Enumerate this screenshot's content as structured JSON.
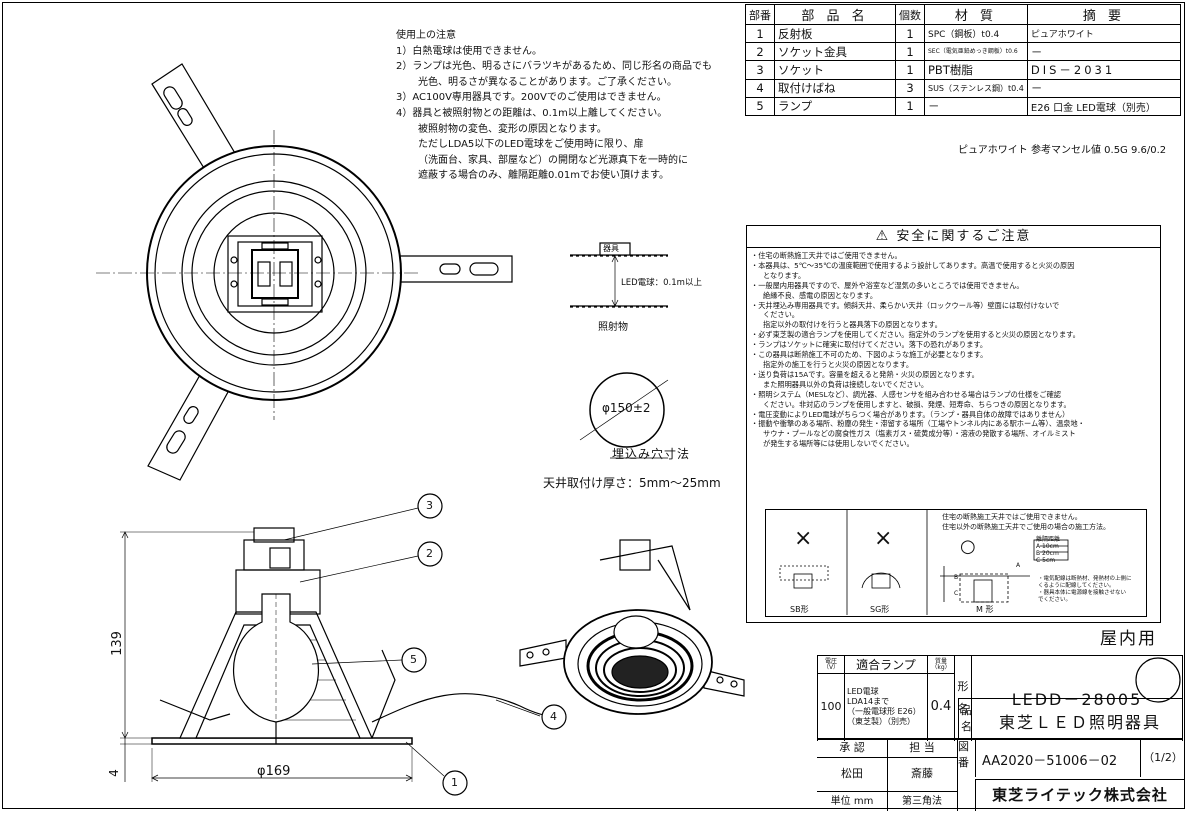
{
  "notes": {
    "title": "使用上の注意",
    "items": [
      "1）白熱電球は使用できません。",
      "2）ランプは光色、明るさにバラツキがあるため、同じ形名の商品でも",
      "光色、明るさが異なることがあります。ご了承ください。",
      "3）AC100V専用器具です。200Vでのご使用はできません。",
      "4）器具と被照射物との距離は、0.1m以上離してください。",
      "被照射物の変色、変形の原因となります。",
      "ただしLDA5以下のLED電球をご使用時に限り、扉",
      "（洗面台、家具、部屋など）の開閉など光源真下を一時的に",
      "遮蔽する場合のみ、離隔距離0.01mでお使い頂けます。"
    ]
  },
  "parts_table": {
    "headers": [
      "部番",
      "部 品 名",
      "個数",
      "材 質",
      "摘 要"
    ],
    "rows": [
      [
        "1",
        "反射板",
        "1",
        "SPC（鋼板）t0.4",
        "ピュアホワイト"
      ],
      [
        "2",
        "ソケット金具",
        "1",
        "SEC（電気亜鉛めっき鋼板）t0.6",
        "－"
      ],
      [
        "3",
        "ソケット",
        "1",
        "PBT樹脂",
        "DIS－2031"
      ],
      [
        "4",
        "取付けばね",
        "3",
        "SUS（ステンレス鋼）t0.4",
        "－"
      ],
      [
        "5",
        "ランプ",
        "1",
        "－",
        "E26 口金 LED電球（別売）"
      ]
    ],
    "munsell_note": "ピュアホワイト 参考マンセル値 0.5G 9.6/0.2"
  },
  "clearance": {
    "fixture_label": "器具",
    "distance_label": "LED電球：0.1m以上",
    "object_label": "照射物"
  },
  "cutout": {
    "diameter_label": "φ150±2",
    "title": "埋込み穴寸法",
    "ceiling_thickness": "天井取付け厚さ：5mm～25mm"
  },
  "side_view": {
    "height_dim": "139",
    "base_dim": "4",
    "diameter_dim": "φ169",
    "callouts": [
      "1",
      "2",
      "3",
      "4",
      "5"
    ]
  },
  "safety": {
    "title": "安全に関するご注意",
    "lines": [
      "・住宅の断熱施工天井ではご使用できません。",
      "・本器具は、5℃～35℃の温度範囲で使用するよう設計してあります。高温で使用すると火災の原因",
      "となります。",
      "・一般屋内用器具ですので、屋外や浴室など湿気の多いところでは使用できません。",
      "絶縁不良、感電の原因となります。",
      "・天井埋込み専用器具です。傾斜天井、柔らかい天井（ロックウール等）壁面には取付けないで",
      "ください。",
      "指定以外の取付けを行うと器具落下の原因となります。",
      "・必ず東芝製の適合ランプを使用してください。指定外のランプを使用すると火災の原因となります。",
      "・ランプはソケットに確実に取付けてください。落下の恐れがあります。",
      "・この器具は断熱施工不可のため、下図のような施工が必要となります。",
      "指定外の施工を行うと火災の原因となります。",
      "・送り負荷は15Aです。容量を超えると発熱・火災の原因となります。",
      "また照明器具以外の負荷は接続しないでください。",
      "・照明システム（MESLなど）、調光器、人感センサを組み合わせる場合はランプの仕様をご確認",
      "ください。非対応のランプを使用しますと、破損、発煙、短寿命、ちらつきの原因となります。",
      "・電圧変動によりLED電球がちらつく場合があります。（ランプ・器具自体の故障ではありません）",
      "・振動や衝撃のある場所、粉塵の発生・滞留する場所（工場やトンネル内にある駅ホーム等）、温泉地・",
      "サウナ・プールなどの腐食性ガス（塩素ガス・硫黄成分等）・溶液の発散する場所、オイルミスト",
      "が発生する場所等には使用しないでください。"
    ],
    "indented": [
      2,
      4,
      6,
      7,
      11,
      13,
      15,
      18,
      19
    ],
    "illus": {
      "note1": "住宅の断熱施工天井ではご使用できません。",
      "note2": "住宅以外の断熱施工天井でご使用の場合の施工方法。",
      "sb_mark": "×",
      "sg_mark": "×",
      "m_mark": "○",
      "sb_label": "SB形",
      "sg_label": "SG形",
      "m_label": "M 形",
      "clear_title": "離隔距離",
      "clear_rows": [
        [
          "A",
          "10cm"
        ],
        [
          "B",
          "20cm"
        ],
        [
          "C",
          "5cm"
        ]
      ],
      "m_note1": "・電気配線は断熱材、発熱材の上側に",
      "m_note2": "くるように配線してください。",
      "m_note3": "・器具本体に電源線を接触させない",
      "m_note4": "でください。",
      "letters": [
        "A",
        "B",
        "C"
      ]
    }
  },
  "indoor": "屋内用",
  "title_block": {
    "voltage_label": "電圧（V）",
    "lamp_label": "適合ランプ",
    "mass_label": "質量（kg）",
    "voltage": "100",
    "lamp_lines": [
      "LED電球",
      "LDA14まで",
      "",
      "（一般電球形 E26）",
      "（東芝製）（別売）"
    ],
    "mass": "0.4",
    "model_label": "形名",
    "model": "LEDD－28005",
    "name_label": "品名",
    "name": "東芝ＬＥＤ照明器具",
    "approve_label": "承 認",
    "charge_label": "担 当",
    "approver": "松田",
    "charge": "斎藤",
    "drawing_label": "図番",
    "drawing_no": "AA2020－51006－02",
    "sheet": "（1/2）",
    "unit": "単位 mm",
    "projection": "第三角法",
    "company": "東芝ライテック株式会社"
  }
}
